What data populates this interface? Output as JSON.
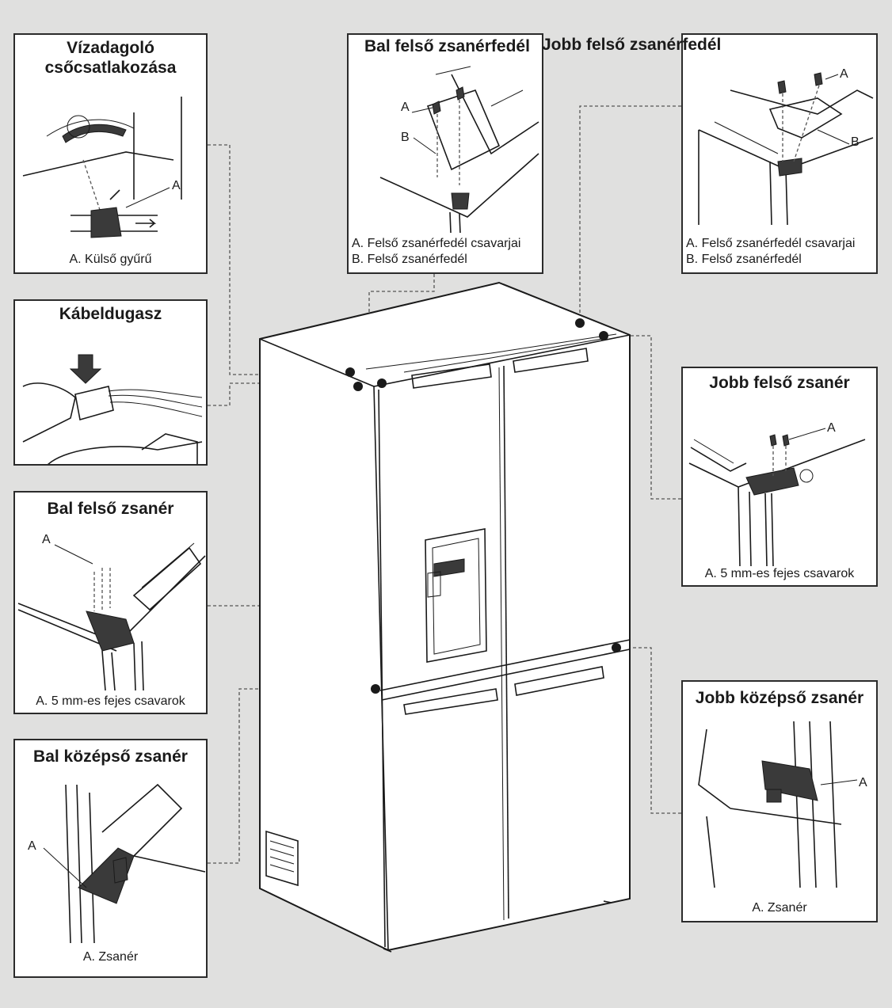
{
  "panels": {
    "water": {
      "title": "Vízadagoló\ncsőcsatlakozása",
      "caption": "A. Külső gyűrű",
      "label_a": "A"
    },
    "cable": {
      "title": "Kábeldugasz"
    },
    "left_top_hinge": {
      "title": "Bal felső zsanér",
      "caption": "A. 5 mm-es fejes csavarok",
      "label_a": "A"
    },
    "left_mid_hinge": {
      "title": "Bal középső zsanér",
      "caption": "A. Zsanér",
      "label_a": "A"
    },
    "left_top_cover": {
      "title": "Bal felső zsanérfedél",
      "caption_a": "A. Felső zsanérfedél csavarjai",
      "caption_b": "B. Felső zsanérfedél",
      "label_a": "A",
      "label_b": "B"
    },
    "right_top_cover": {
      "title": "Jobb felső zsanérfedél",
      "caption_a": "A. Felső zsanérfedél csavarjai",
      "caption_b": "B. Felső zsanérfedél",
      "label_a": "A",
      "label_b": "B"
    },
    "right_top_hinge": {
      "title": "Jobb felső zsanér",
      "caption": "A. 5 mm-es fejes csavarok",
      "label_a": "A"
    },
    "right_mid_hinge": {
      "title": "Jobb középső zsanér",
      "caption": "A. Zsanér",
      "label_a": "A"
    }
  },
  "colors": {
    "background": "#e0e0df",
    "panel": "#ffffff",
    "line": "#1a1a1a",
    "leader": "#555555"
  },
  "icons": [
    "water-connector-icon",
    "cable-plug-icon",
    "hinge-icon",
    "screw-icon",
    "refrigerator-icon"
  ]
}
